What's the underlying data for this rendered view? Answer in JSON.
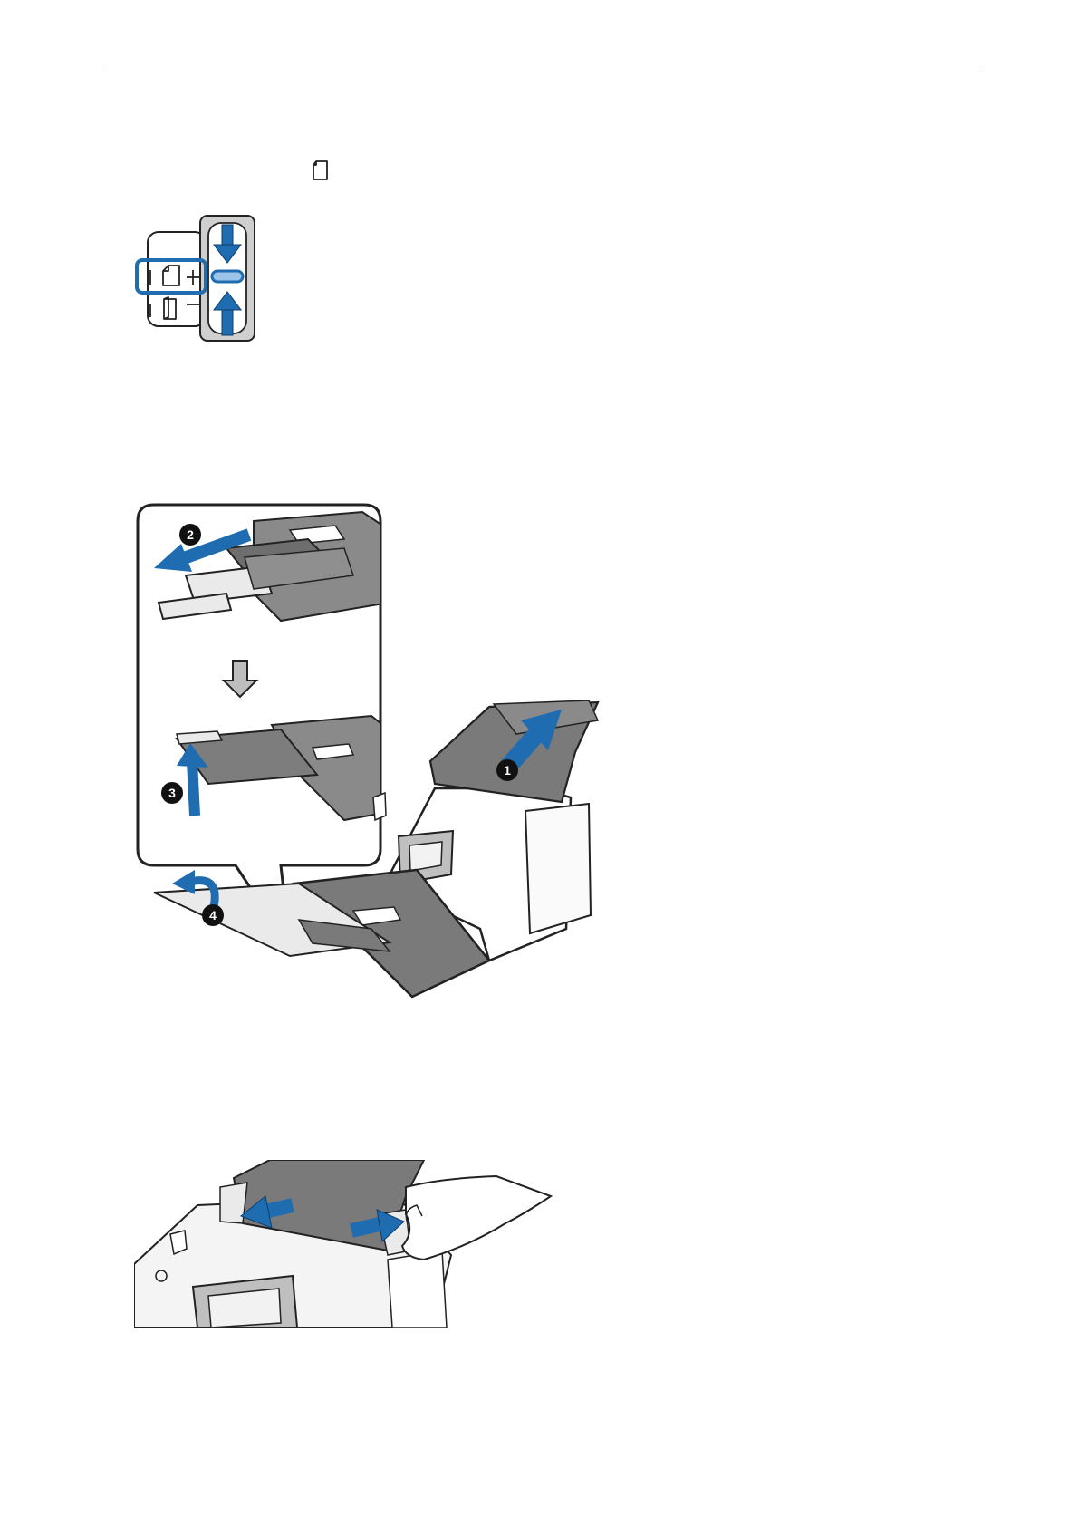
{
  "header": {
    "rule": true
  },
  "step": {
    "inline_icon": "portrait-sheet-icon"
  },
  "figures": {
    "switch": {
      "icons": [
        "portrait-sheet-icon",
        "landscape-sheet-icon",
        "arrow-down-icon",
        "arrow-up-icon"
      ],
      "highlight_color": "#1f6db0"
    },
    "tray": {
      "callouts": [
        {
          "num": "1",
          "icon": "arrow-up-icon"
        },
        {
          "num": "2",
          "icon": "arrow-left-icon"
        },
        {
          "num": "3",
          "icon": "arrow-up-icon"
        },
        {
          "num": "4",
          "icon": "curved-arrow-icon"
        }
      ],
      "step_down_icon": "arrow-down-outline-icon",
      "accent_color": "#1f6db0"
    },
    "guides": {
      "icons": [
        "arrow-left-icon",
        "arrow-right-icon",
        "hand-icon"
      ],
      "accent_color": "#1f6db0"
    }
  }
}
